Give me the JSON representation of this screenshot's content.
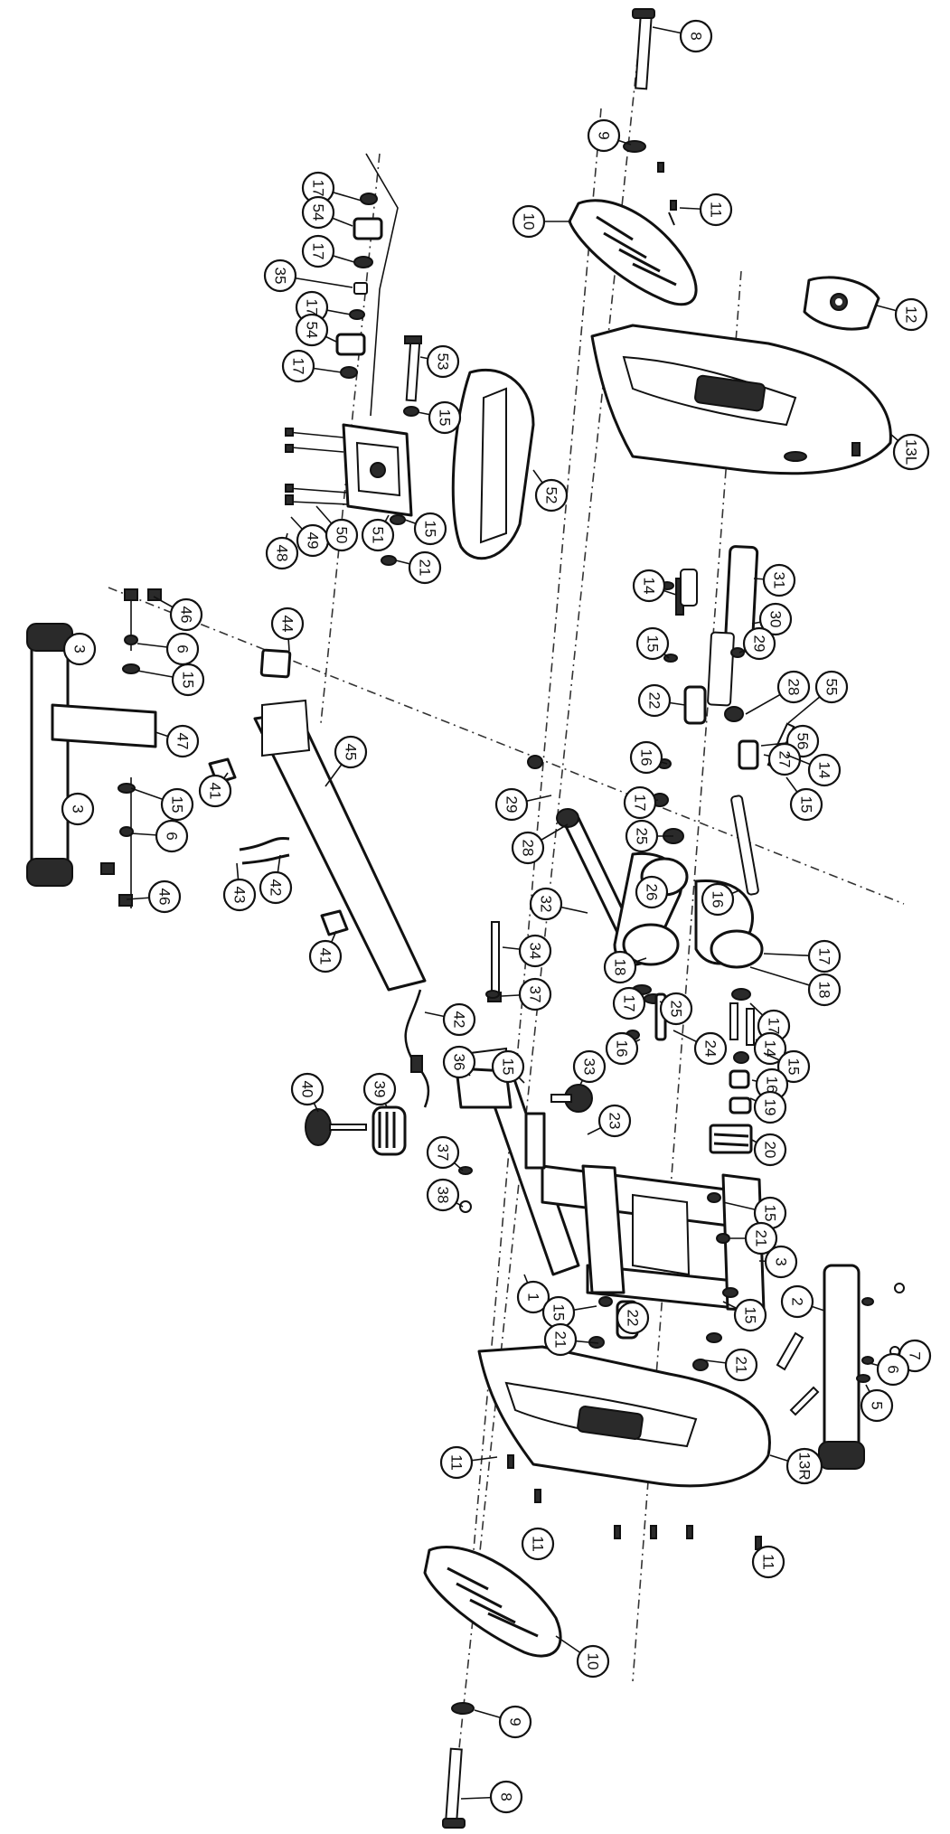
{
  "diagram": {
    "callouts": [
      "1",
      "2",
      "3",
      "5",
      "6",
      "7",
      "8",
      "9",
      "10",
      "11",
      "12",
      "13L",
      "13R",
      "14",
      "15",
      "16",
      "17",
      "18",
      "19",
      "20",
      "21",
      "22",
      "23",
      "24",
      "25",
      "26",
      "27",
      "28",
      "29",
      "30",
      "31",
      "32",
      "33",
      "34",
      "35",
      "36",
      "37",
      "38",
      "39",
      "40",
      "41",
      "42",
      "43",
      "44",
      "45",
      "46",
      "47",
      "48",
      "49",
      "50",
      "51",
      "52",
      "53",
      "54",
      "55",
      "56"
    ]
  }
}
